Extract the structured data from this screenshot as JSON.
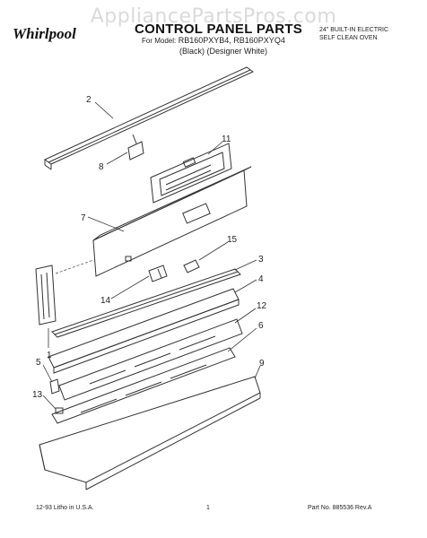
{
  "header": {
    "watermark": "AppliancePartsPros.com",
    "brand": "Whirlpool",
    "title": "CONTROL PANEL PARTS",
    "model_label": "For Model:",
    "models": "RB160PXYB4, RB160PXYQ4",
    "colors": "(Black)   (Designer White)",
    "product_type_line1": "24\" BUILT-IN ELECTRIC",
    "product_type_line2": "SELF CLEAN OVEN"
  },
  "callouts": [
    {
      "id": "2",
      "label": "2"
    },
    {
      "id": "8",
      "label": "8"
    },
    {
      "id": "11",
      "label": "11"
    },
    {
      "id": "7",
      "label": "7"
    },
    {
      "id": "15",
      "label": "15"
    },
    {
      "id": "3",
      "label": "3"
    },
    {
      "id": "4",
      "label": "4"
    },
    {
      "id": "14",
      "label": "14"
    },
    {
      "id": "12",
      "label": "12"
    },
    {
      "id": "6",
      "label": "6"
    },
    {
      "id": "1",
      "label": "1"
    },
    {
      "id": "5",
      "label": "5"
    },
    {
      "id": "9",
      "label": "9"
    },
    {
      "id": "13",
      "label": "13"
    }
  ],
  "footer": {
    "date_line": "12-93  Litho in U.S.A.",
    "page": "1",
    "part_number": "Part No. 885536 Rev.A"
  }
}
